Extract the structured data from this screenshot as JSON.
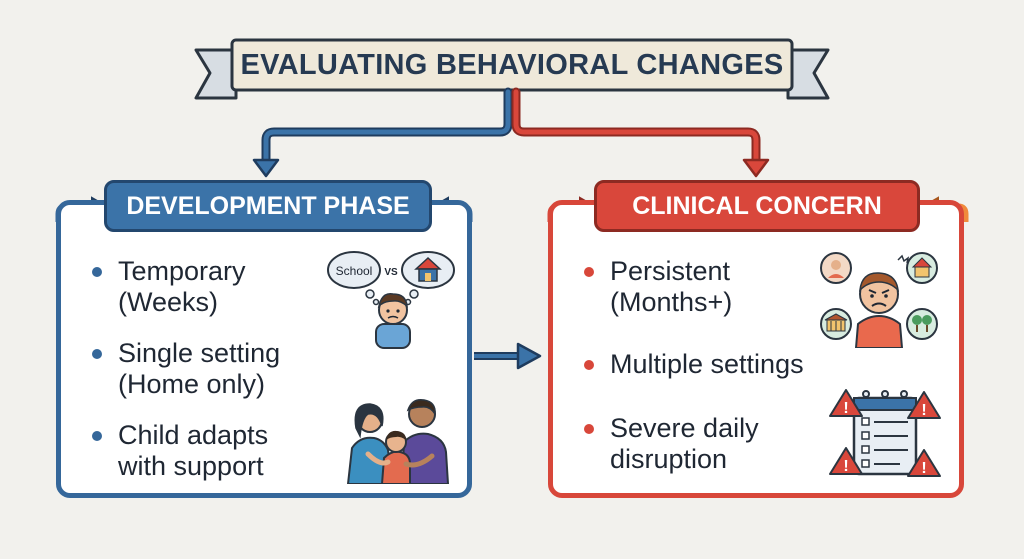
{
  "title": "EVALUATING BEHAVIORAL CHANGES",
  "left_panel": {
    "header": "DEVELOPMENT PHASE",
    "items": [
      {
        "line1": "Temporary",
        "line2": "(Weeks)"
      },
      {
        "line1": "Single setting",
        "line2": "(Home only)"
      },
      {
        "line1": "Child adapts",
        "line2": "with support"
      }
    ],
    "bubble_school": "School",
    "bubble_vs": "VS"
  },
  "right_panel": {
    "header": "CLINICAL CONCERN",
    "items": [
      {
        "line1": "Persistent",
        "line2": "(Months+)"
      },
      {
        "line1": "Multiple settings",
        "line2": ""
      },
      {
        "line1": "Severe daily",
        "line2": "disruption"
      }
    ]
  },
  "colors": {
    "blue": "#35679a",
    "red": "#d8473a",
    "orange": "#f08a3c",
    "title": "#263a52"
  },
  "icons": [
    "thought-bubble-icon",
    "house-icon",
    "child-icon",
    "family-icon",
    "angry-child-icon",
    "warning-icon",
    "calendar-checklist-icon",
    "school-building-icon",
    "park-icon"
  ]
}
